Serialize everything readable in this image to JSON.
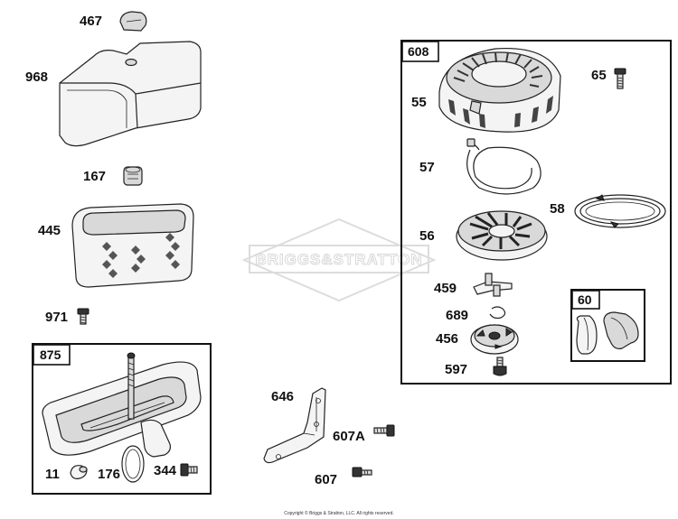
{
  "watermark": "BRIGGS&STRATTON",
  "copyright": "Copyright © Briggs & Stratton, LLC. All rights reserved.",
  "labels": {
    "p467": "467",
    "p968": "968",
    "p167": "167",
    "p445": "445",
    "p971": "971",
    "p875": "875",
    "p11": "11",
    "p176": "176",
    "p344": "344",
    "p646": "646",
    "p607A": "607A",
    "p607": "607",
    "p608": "608",
    "p65": "65",
    "p55": "55",
    "p57": "57",
    "p58": "58",
    "p56": "56",
    "p459": "459",
    "p689": "689",
    "p456": "456",
    "p597": "597",
    "p60": "60"
  }
}
